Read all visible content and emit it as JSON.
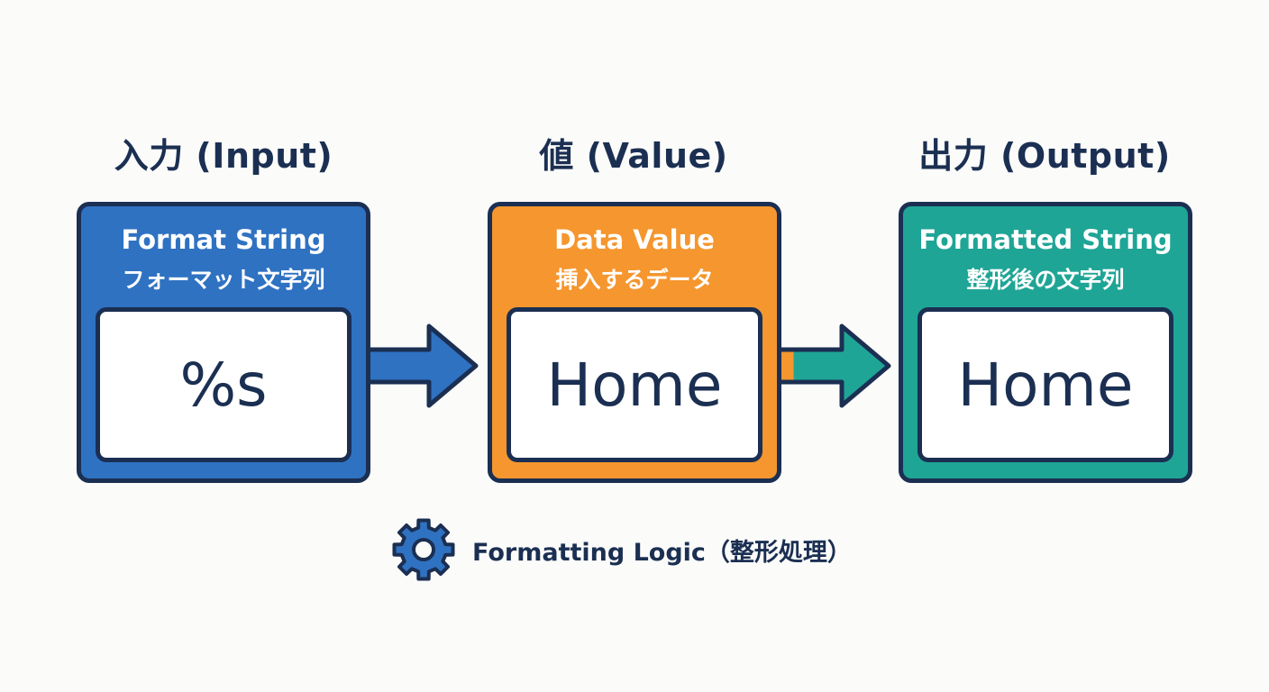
{
  "colors": {
    "input": "#2f72c2",
    "value": "#f5962e",
    "output": "#1fa596",
    "outline": "#1b2f52",
    "gear": "#2f72c2"
  },
  "columns": [
    {
      "title": "入力 (Input)",
      "label_en": "Format String",
      "label_ja": "フォーマット文字列",
      "content": "%s"
    },
    {
      "title": "値 (Value)",
      "label_en": "Data Value",
      "label_ja": "挿入するデータ",
      "content": "Home"
    },
    {
      "title": "出力 (Output)",
      "label_en": "Formatted String",
      "label_ja": "整形後の文字列",
      "content": "Home"
    }
  ],
  "footer": {
    "icon": "gear-icon",
    "text": "Formatting Logic（整形処理）"
  }
}
